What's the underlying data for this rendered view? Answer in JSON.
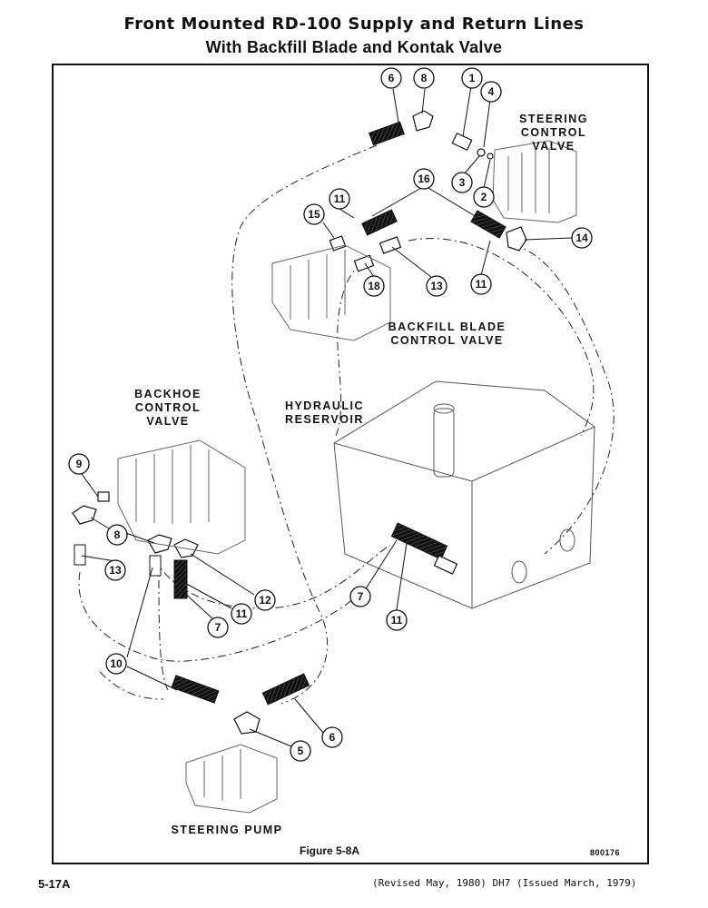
{
  "header": {
    "title_line1": "Front Mounted RD-100 Supply and Return Lines",
    "title_line2": "With Backfill Blade and Kontak Valve"
  },
  "labels": {
    "steering_control_valve": [
      "STEERING",
      "CONTROL VALVE"
    ],
    "backfill_blade_control_valve": [
      "BACKFILL BLADE",
      "CONTROL VALVE"
    ],
    "backhoe_control_valve": [
      "BACKHOE",
      "CONTROL",
      "VALVE"
    ],
    "hydraulic_reservoir": [
      "HYDRAULIC",
      "RESERVOIR"
    ],
    "steering_pump": "STEERING PUMP"
  },
  "callouts": [
    "6",
    "8",
    "1",
    "4",
    "3",
    "2",
    "16",
    "11",
    "15",
    "14",
    "18",
    "13",
    "11",
    "9",
    "8",
    "13",
    "12",
    "11",
    "7",
    "7",
    "11",
    "10",
    "5",
    "6"
  ],
  "figure_caption": "Figure 5-8A",
  "drawing_code": "800176",
  "page_number": "5-17A",
  "footer_note": "(Revised May, 1980) DH7 (Issued March, 1979)"
}
